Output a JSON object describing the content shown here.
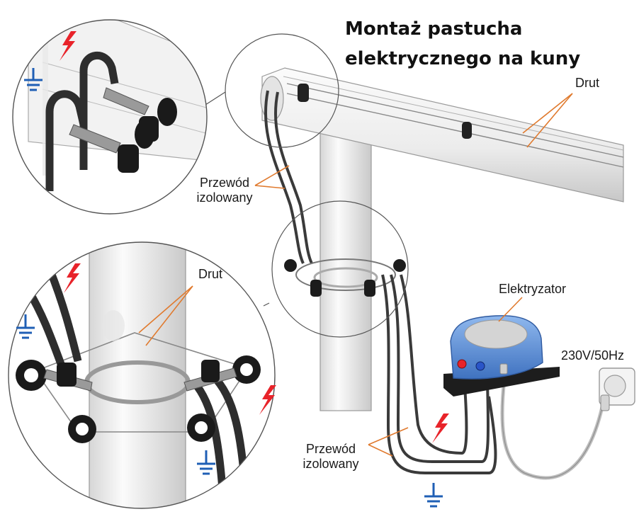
{
  "title": {
    "line1": "Montaż pastucha",
    "line2": "elektrycznego na kuny"
  },
  "labels": {
    "drut_top": "Drut",
    "drut_detail": "Drut",
    "przewod_top_line1": "Przewód",
    "przewod_top_line2": "izolowany",
    "przewod_bottom_line1": "Przewód",
    "przewod_bottom_line2": "izolowany",
    "elektryzator": "Elektryzator",
    "power": "230V/50Hz"
  },
  "icons": {
    "live": "lightning-bolt-icon",
    "ground": "ground-symbol-icon"
  },
  "colors": {
    "live_red": "#e8232a",
    "ground_blue": "#1f5fb5",
    "leader_orange": "#e07a2e",
    "pipe": "#f0f0f0",
    "cable_dark": "#3a3a3a",
    "device_blue": "#5a8fd6"
  }
}
